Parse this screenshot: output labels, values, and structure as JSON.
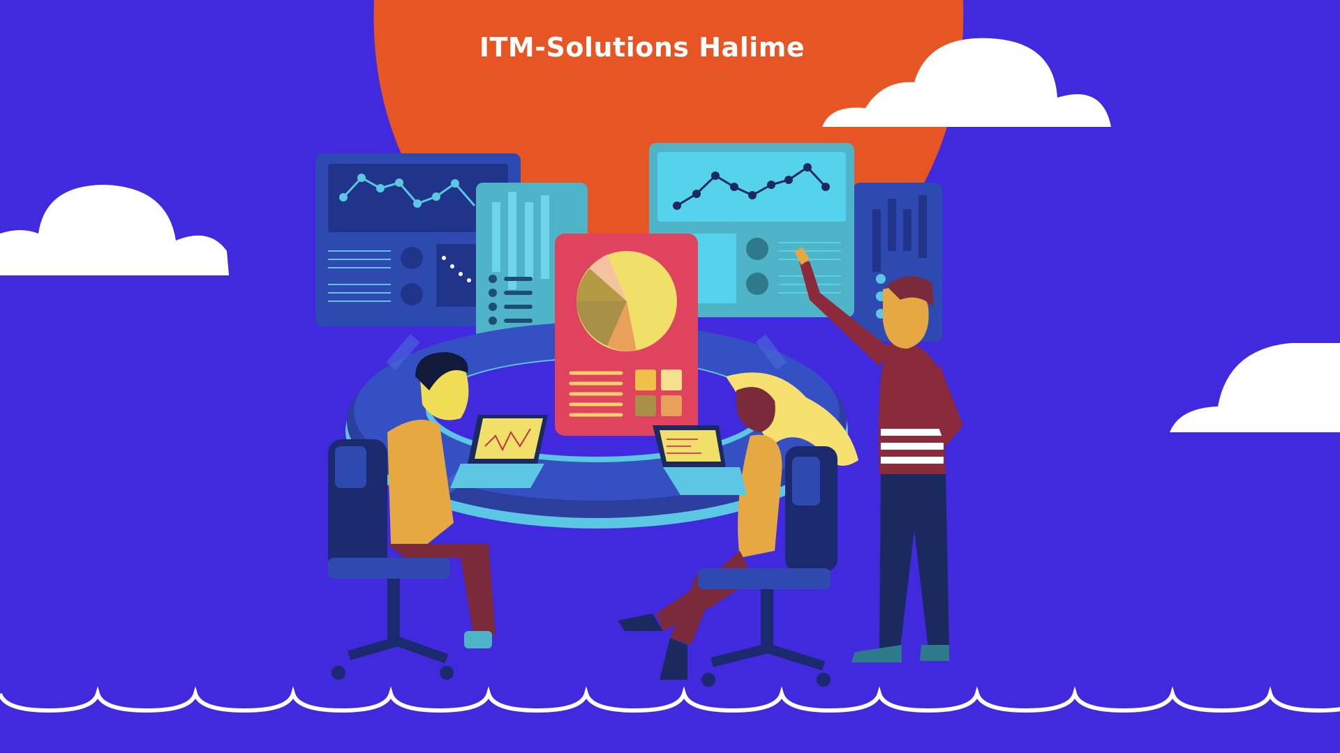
{
  "brand": {
    "title": "ITM-Solutions Halime"
  },
  "colors": {
    "background": "#4129DE",
    "sun": "#E85525",
    "cloud": "#FFFFFF",
    "wave": "#FFFFFF",
    "panel_dark": "#2E4AB0",
    "panel_teal": "#4FB4C8",
    "panel_cyan": "#55D2EC",
    "card_pink": "#E0435E",
    "pie_yellow": "#F0E06A",
    "table_blue": "#2C3E9E",
    "table_rim": "#5CC7E3"
  },
  "icons": {
    "sun": "orange-sun-circle",
    "clouds": "white-cloud",
    "waves": "white-scalloped-wave"
  },
  "illustration": {
    "people": [
      "seated-man-with-laptop",
      "seated-woman-with-laptop",
      "standing-man-pointing"
    ]
  }
}
